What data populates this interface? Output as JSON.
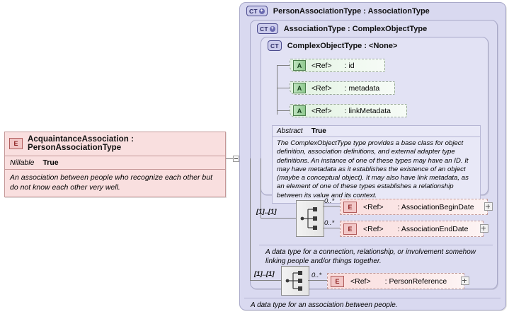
{
  "element": {
    "icon": "element-icon",
    "title": "AcquaintanceAssociation : PersonAssociationType",
    "property_key": "Nillable",
    "property_value": "True",
    "documentation": "An association between people who recognize each other but do not know each other very well."
  },
  "connector": {
    "toggle": "collapse-minus"
  },
  "panels": {
    "outer": {
      "icon": "CT",
      "icon_plus": "+",
      "title": "PersonAssociationType : AssociationType",
      "footer": "A data type for an association between people."
    },
    "middle": {
      "icon": "CT",
      "icon_plus": "+",
      "title": "AssociationType : ComplexObjectType",
      "footer": "A data type for a connection, relationship, or involvement somehow linking people and/or things together."
    },
    "inner": {
      "icon": "CT",
      "title": "ComplexObjectType : <None>"
    }
  },
  "attributes": [
    {
      "badge": "A",
      "ref": "<Ref>",
      "name": ": id"
    },
    {
      "badge": "A",
      "ref": "<Ref>",
      "name": ": metadata"
    },
    {
      "badge": "A",
      "ref": "<Ref>",
      "name": ": linkMetadata"
    }
  ],
  "abstract": {
    "key": "Abstract",
    "value": "True",
    "text": "The ComplexObjectType type provides a base class for object definition, association definitions, and external adapter type definitions. An instance of one of these types may have an ID. It may have metadata as it establishes the existence of an object (maybe a conceptual object). It may also have link metadata, as an element of one of these types establishes a relationship between its value and its context."
  },
  "sequences": [
    {
      "occurs": "[1]..[1]",
      "icon": "sequence-compositor-icon",
      "children": [
        {
          "cardinality": "0..*",
          "badge": "E",
          "ref": "<Ref>",
          "name": ": AssociationBeginDate",
          "expander": "+"
        },
        {
          "cardinality": "0..*",
          "badge": "E",
          "ref": "<Ref>",
          "name": ": AssociationEndDate",
          "expander": "+"
        }
      ]
    },
    {
      "occurs": "[1]..[1]",
      "icon": "sequence-compositor-icon",
      "children": [
        {
          "cardinality": "0..*",
          "badge": "E",
          "ref": "<Ref>",
          "name": ": PersonReference",
          "expander": "+"
        }
      ]
    }
  ],
  "colors": {
    "element_fill": "#f9dfdf",
    "element_border": "#c59898",
    "panel_fill": "#d9d9f0",
    "panel_border": "#a9a9c9",
    "attribute_fill": "#dff0df",
    "attribute_border": "#4b7d4b",
    "eref_fill": "#fadede",
    "doc_fill": "#e8e8f7"
  }
}
